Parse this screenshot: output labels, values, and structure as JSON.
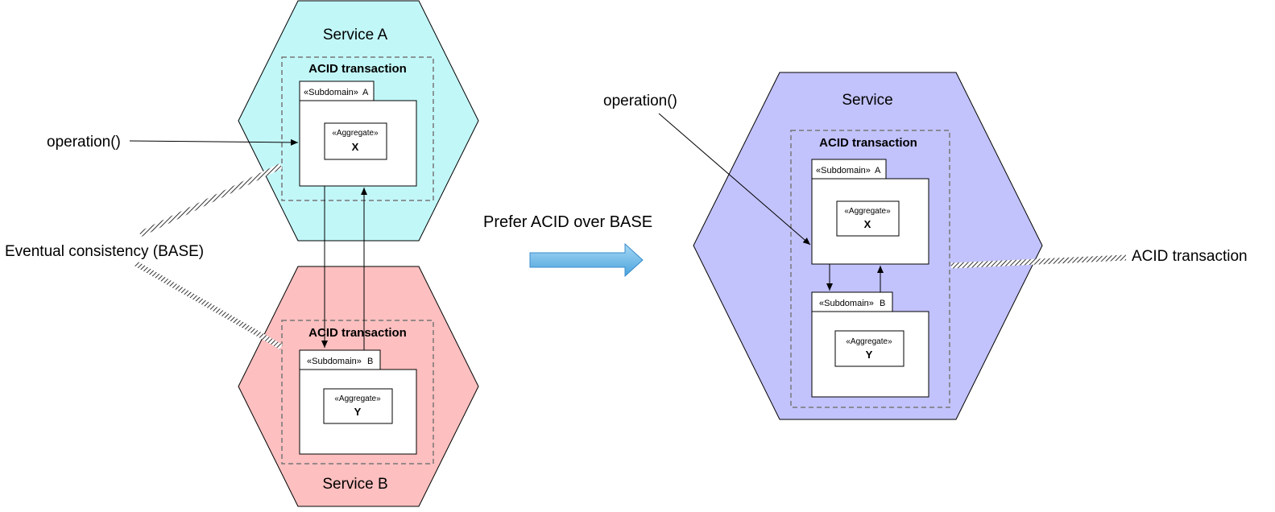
{
  "colors": {
    "service_a_fill": "#c2f7f8",
    "service_b_fill": "#fdbfbf",
    "service_fill": "#c2c2fc",
    "arrow_fill": "#7cc2ec"
  },
  "left": {
    "service_a": {
      "title": "Service A",
      "transaction_label": "ACID transaction",
      "subdomain_stereotype": "«Subdomain»",
      "subdomain_name": "A",
      "aggregate_stereotype": "«Aggregate»",
      "aggregate_name": "X"
    },
    "service_b": {
      "title": "Service B",
      "transaction_label": "ACID transaction",
      "subdomain_stereotype": "«Subdomain»",
      "subdomain_name": "B",
      "aggregate_stereotype": "«Aggregate»",
      "aggregate_name": "Y"
    },
    "operation_label": "operation()",
    "consistency_label": "Eventual consistency (BASE)"
  },
  "middle": {
    "transition_label": "Prefer ACID over BASE"
  },
  "right": {
    "service": {
      "title": "Service",
      "transaction_label": "ACID transaction",
      "subdomain_a_stereotype": "«Subdomain»",
      "subdomain_a_name": "A",
      "aggregate_x_stereotype": "«Aggregate»",
      "aggregate_x_name": "X",
      "subdomain_b_stereotype": "«Subdomain»",
      "subdomain_b_name": "B",
      "aggregate_y_stereotype": "«Aggregate»",
      "aggregate_y_name": "Y"
    },
    "operation_label": "operation()",
    "transaction_callout": "ACID transaction"
  }
}
